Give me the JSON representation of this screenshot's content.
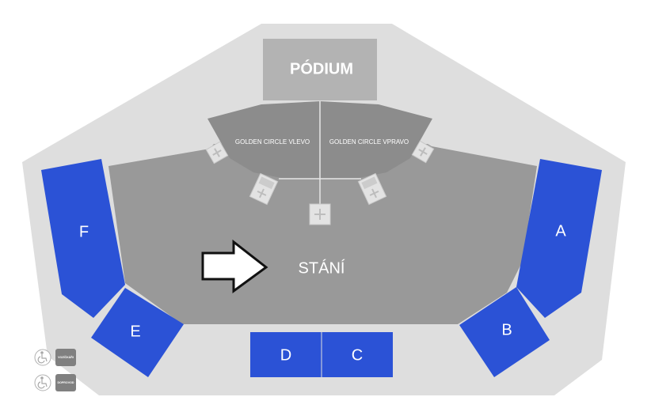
{
  "venue": {
    "stage_label": "PÓDIUM",
    "standing_label": "STÁNÍ",
    "golden_circle_left_label": "GOLDEN CIRCLE VLEVO",
    "golden_circle_right_label": "GOLDEN CIRCLE VPRAVO"
  },
  "sectors": [
    {
      "id": "A",
      "label": "A"
    },
    {
      "id": "B",
      "label": "B"
    },
    {
      "id": "C",
      "label": "C"
    },
    {
      "id": "D",
      "label": "D"
    },
    {
      "id": "E",
      "label": "E"
    },
    {
      "id": "F",
      "label": "F"
    }
  ],
  "legend": [
    {
      "icon": "wheelchair-icon",
      "badge": "VOZÍČKÁŘI"
    },
    {
      "icon": "wheelchair-icon",
      "badge": "DOPROVOD"
    }
  ],
  "colors": {
    "sector_blue": "#2b52d6",
    "standing_gray": "#999999",
    "golden_circle_gray": "#8c8c8c",
    "stage_gray": "#b3b3b3",
    "venue_background": "#dedede"
  }
}
